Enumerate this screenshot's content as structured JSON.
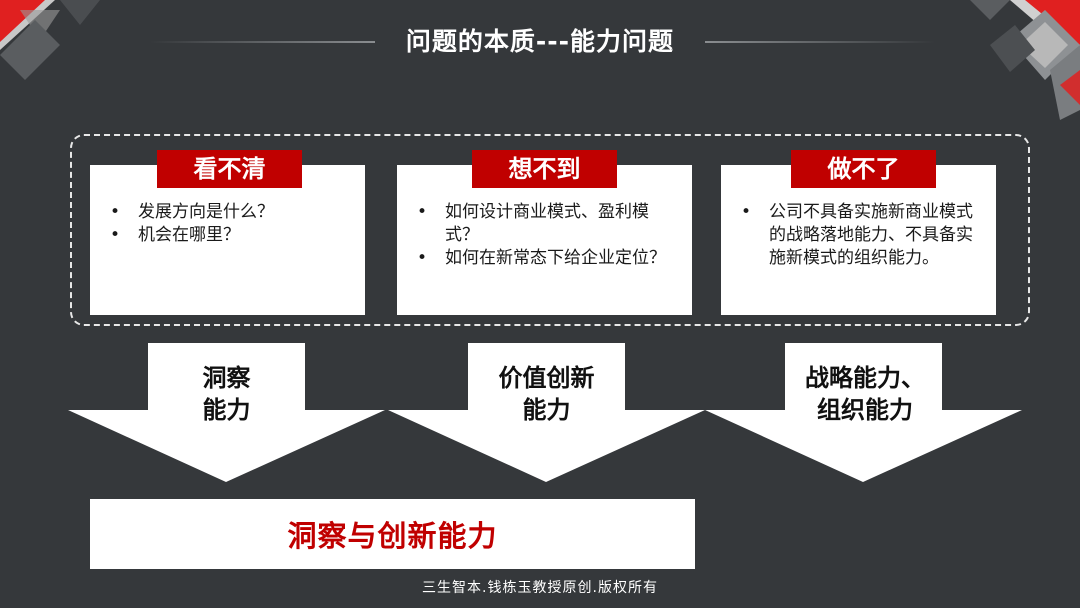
{
  "title": "问题的本质---能力问题",
  "cards": [
    {
      "tag": "看不清",
      "bullets": [
        "发展方向是什么？",
        "机会在哪里？"
      ]
    },
    {
      "tag": "想不到",
      "bullets": [
        "如何设计商业模式、盈利模式？",
        "如何在新常态下给企业定位？"
      ]
    },
    {
      "tag": "做不了",
      "bullets": [
        "公司不具备实施新商业模式的战略落地能力、不具备实施新模式的组织能力。"
      ]
    }
  ],
  "arrows": [
    {
      "line1": "洞察",
      "line2": "能力"
    },
    {
      "line1": "价值创新",
      "line2": "能力"
    },
    {
      "line1": "战略能力、",
      "line2": "组织能力"
    }
  ],
  "result": "洞察与创新能力",
  "footer": "三生智本.钱栋玉教授原创.版权所有",
  "colors": {
    "background": "#35383b",
    "accent": "#c00000",
    "card": "#ffffff"
  }
}
